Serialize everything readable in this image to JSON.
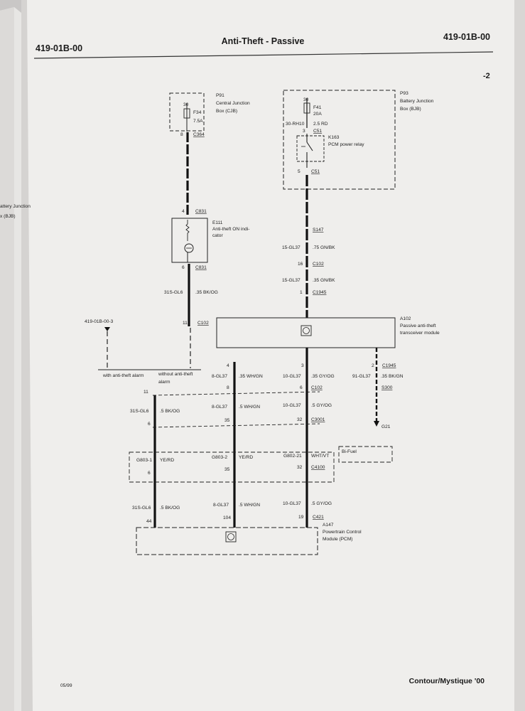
{
  "header": {
    "code_left": "419-01B-00",
    "title": "Anti-Theft - Passive",
    "code_right": "419-01B-00",
    "page_suffix": "-2"
  },
  "footer": {
    "date": "05/99",
    "model": "Contour/Mystique '00"
  },
  "margin_fragments": {
    "left_text_1": "attery Junction",
    "left_text_2": "x (BJB)"
  },
  "components": {
    "p91": {
      "id": "P91",
      "name_line1": "Central Junction",
      "name_line2": "Box (CJB)",
      "fuse": "F34",
      "fuse_rating": "7.5A",
      "pin_top": "30",
      "pin_bottom": "8",
      "connector": "C364"
    },
    "p93": {
      "id": "P93",
      "name_line1": "Battery Junction",
      "name_line2": "Box (BJB)",
      "fuse": "F41",
      "fuse_rating": "20A",
      "pin_top": "30",
      "circuit": "30-RH10",
      "circuit_color": "2.5 RD",
      "pin_c51_top": "3",
      "connector_c51_top": "C51",
      "relay_id": "K163",
      "relay_name": "PCM power relay",
      "pin_c51_bottom": "5",
      "connector_c51_bottom": "C51"
    },
    "e111": {
      "id": "E111",
      "name_line1": "Anti-theft ON indi-",
      "name_line2": "cator",
      "pin_top": "4",
      "connector_top": "C831",
      "pin_bottom": "6",
      "connector_bottom": "C831"
    },
    "a102": {
      "id": "A102",
      "name_line1": "Passive anti-theft",
      "name_line2": "transceiver module",
      "pin_left": "4",
      "pin_mid": "3",
      "pin_right": "2",
      "connector": "C1945"
    },
    "a147": {
      "id": "A147",
      "name_line1": "Powertrain Control",
      "name_line2": "Module (PCM)"
    }
  },
  "wires": {
    "w1": {
      "circuit": "31S-GL6",
      "color": ".35 BK/OG",
      "pin": "11",
      "connector": "C102"
    },
    "w2": {
      "splice": "S147",
      "circuit": "15-GL37",
      "color": ".75 GN/BK",
      "pin_c102": "16",
      "connector_c102": "C102",
      "circuit2": "15-GL37",
      "color2": ".35 GN/BK",
      "pin_c1945": "1",
      "connector_c1945": "C1945"
    },
    "w3": {
      "circuit": "8-GL37",
      "color": ".35 WH/GN",
      "pin": "8"
    },
    "w4": {
      "circuit": "10-GL37",
      "color": ".35 GY/OG",
      "pin": "6",
      "connector": "C102"
    },
    "w5": {
      "circuit": "91-GL37",
      "color": ".35 BK/GN",
      "splice": "S300",
      "ground": "G21"
    }
  },
  "ref_link": "419-01B-00-3",
  "options": {
    "with_alarm": "with anti-theft alarm",
    "without_alarm_l1": "without anti-theft",
    "without_alarm_l2": "alarm",
    "pin_11": "11"
  },
  "c3001": {
    "circuit_a": "31S-GL6",
    "color_a": ".5 BK/OG",
    "pin_a": "6",
    "circuit_b": "8-GL37",
    "color_b": ".5 WH/GN",
    "pin_b": "35",
    "circuit_c": "10-GL37",
    "color_c": ".5 GY/OG",
    "pin_c": "32",
    "connector": "C3001"
  },
  "c4100": {
    "bifuel": "Bi-Fuel",
    "g1": "G803-1",
    "g1_color": "YE/RD",
    "pin_a": "6",
    "g2": "G803-2",
    "g2_color": "YE/RD",
    "pin_b": "35",
    "g3": "G802-21",
    "g3_color": "WHT/VT",
    "pin_c": "32",
    "connector": "C4100"
  },
  "c421": {
    "circuit_a": "31S-GL6",
    "color_a": ".5 BK/OG",
    "pin_a": "44",
    "circuit_b": "8-GL37",
    "color_b": ".5 WH/GN",
    "pin_b": "104",
    "circuit_c": "10-GL37",
    "color_c": ".5 GY/OG",
    "pin_c": "19",
    "connector": "C421"
  }
}
